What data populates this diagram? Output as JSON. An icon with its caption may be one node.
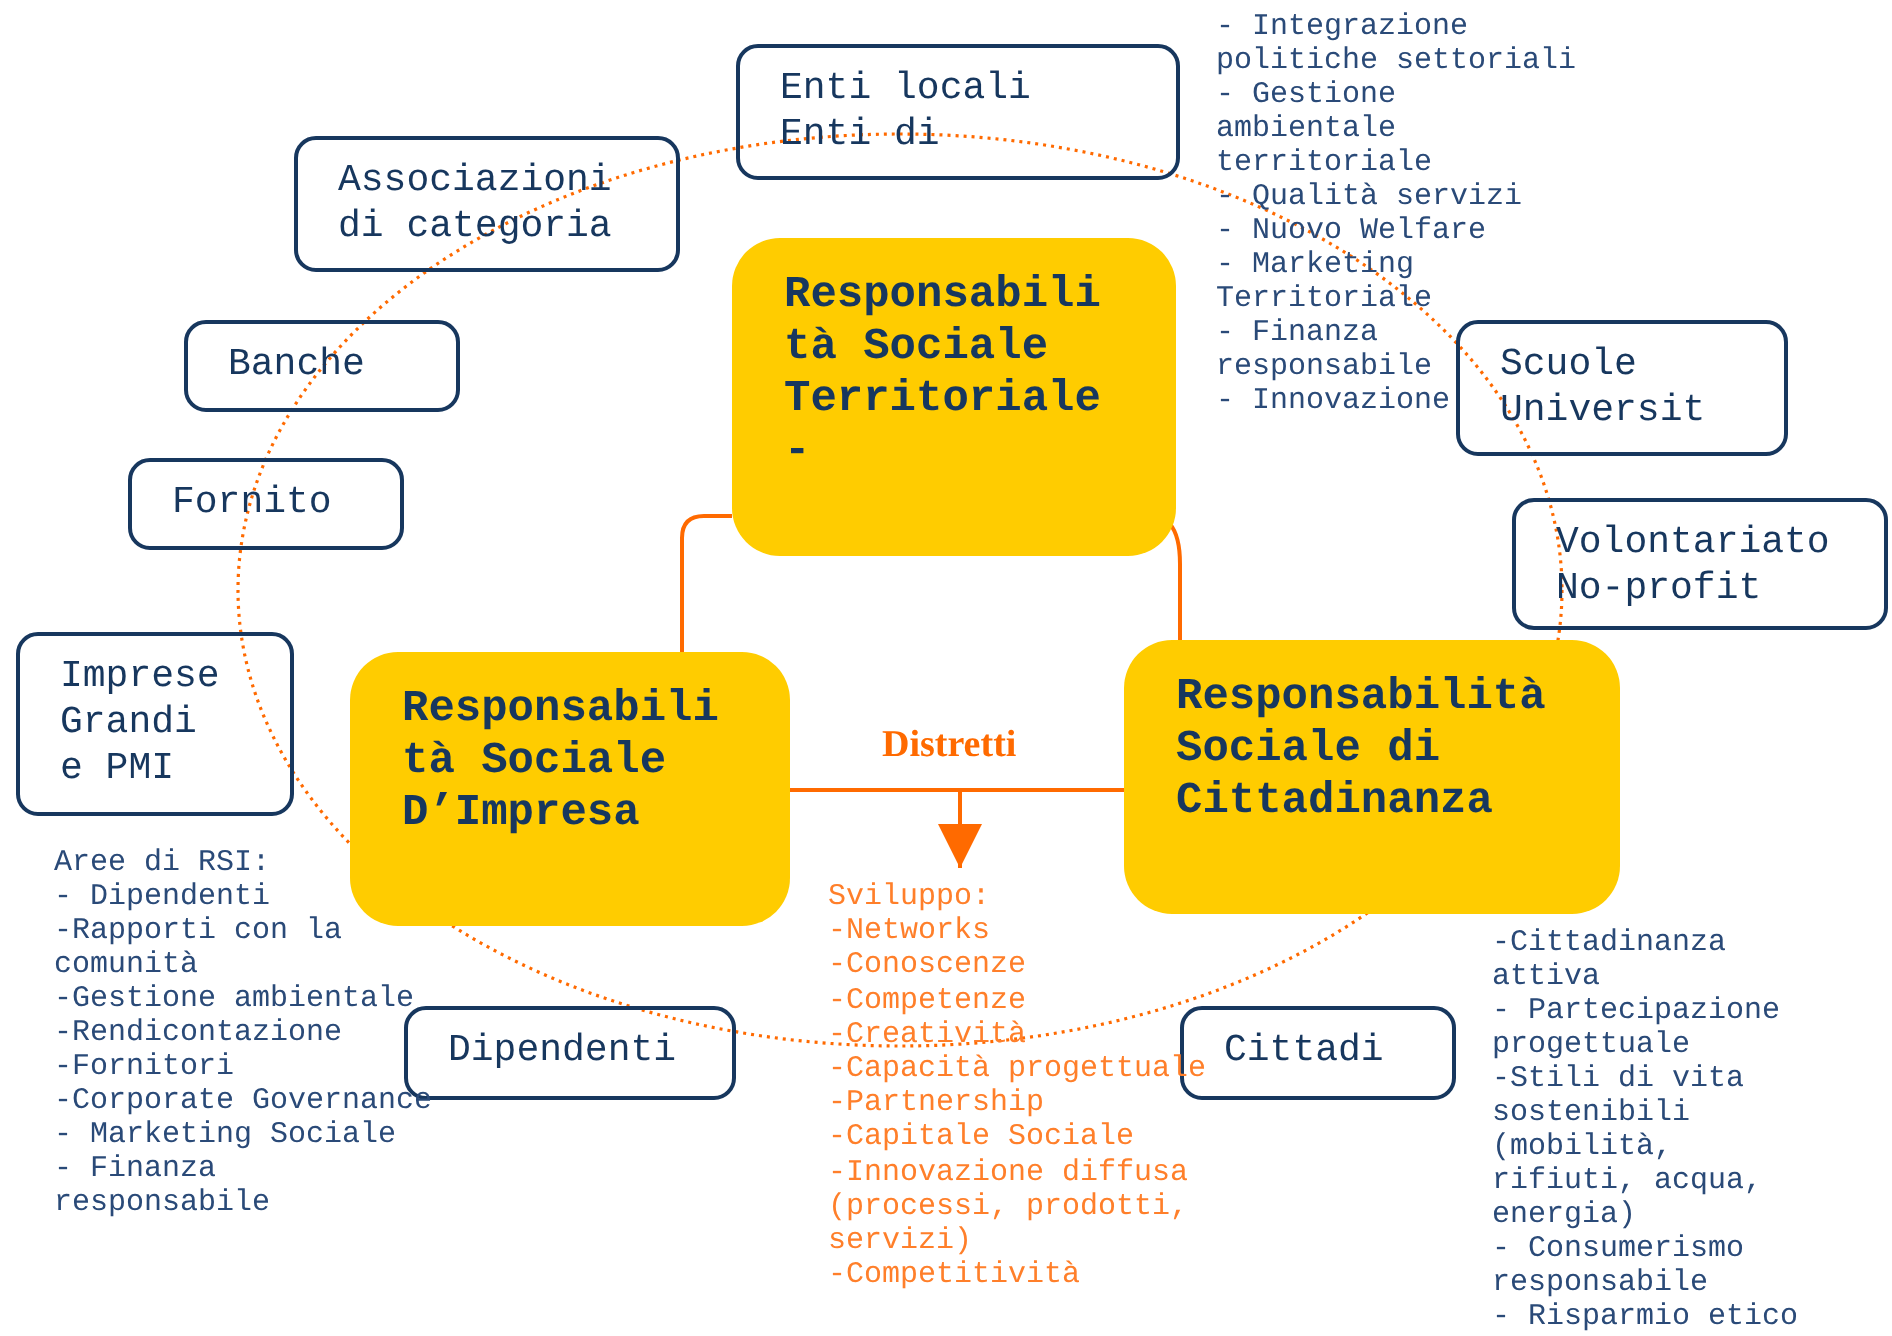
{
  "diagram": {
    "nodes": [
      {
        "text": [
          "Enti locali Enti di"
        ]
      },
      {
        "text": [
          "Associazioni di categoria"
        ]
      },
      {
        "text": [
          "Banche"
        ]
      },
      {
        "text": [
          "Fornito"
        ]
      },
      {
        "text": [
          "Scuole Universit"
        ]
      },
      {
        "text": [
          "Volontariato No-profit"
        ]
      },
      {
        "text": [
          "Imprese Grandi e PMI"
        ]
      },
      {
        "text": [
          "Responsabilità Sociale Territoriale -"
        ]
      },
      {
        "text": [
          "Responsabilità Sociale D’Impresa"
        ]
      },
      {
        "text": [
          "Responsabilità Sociale di Cittadinanza"
        ]
      },
      {
        "text": [
          "Dipendenti"
        ]
      },
      {
        "text": [
          "Cittadi"
        ]
      },
      {
        "text": [
          "Sviluppo:",
          "-Networks",
          "-Conoscenze",
          "-Competenze",
          "-Creatività",
          "-Capacità progettuale",
          "-Partnership",
          "-Capitale Sociale",
          "-Innovazione diffusa (processi, prodotti, servizi)",
          "-Competitività"
        ]
      }
    ],
    "edges": [
      {
        "from": 7,
        "to": 8,
        "arrow": "none"
      },
      {
        "from": 7,
        "to": 9,
        "arrow": "none"
      },
      {
        "from": 8,
        "to": 9,
        "arrow": "none",
        "label": "Distretti"
      },
      {
        "from": null,
        "to": 12,
        "arrow": "to"
      }
    ],
    "labels": [
      "- Integrazione politiche settoriali",
      "- Gestione ambientale territoriale",
      "- Qualità servizi",
      "- Nuovo Welfare",
      "- Marketing Territoriale",
      "- Finanza responsabile",
      "- Innovazione",
      "Aree di RSI:",
      "- Dipendenti",
      "-Rapporti con la comunità",
      "-Gestione ambientale",
      "-Rendicontazione",
      "-Fornitori",
      "-Corporate Governance",
      "- Marketing Sociale",
      "- Finanza responsabile",
      "-Cittadinanza attiva",
      "- Partecipazione progettuale",
      "-Stili di vita sostenibili (mobilità, rifiuti, acqua, energia)",
      "- Consumerismo responsabile",
      "- Risparmio etico"
    ]
  }
}
